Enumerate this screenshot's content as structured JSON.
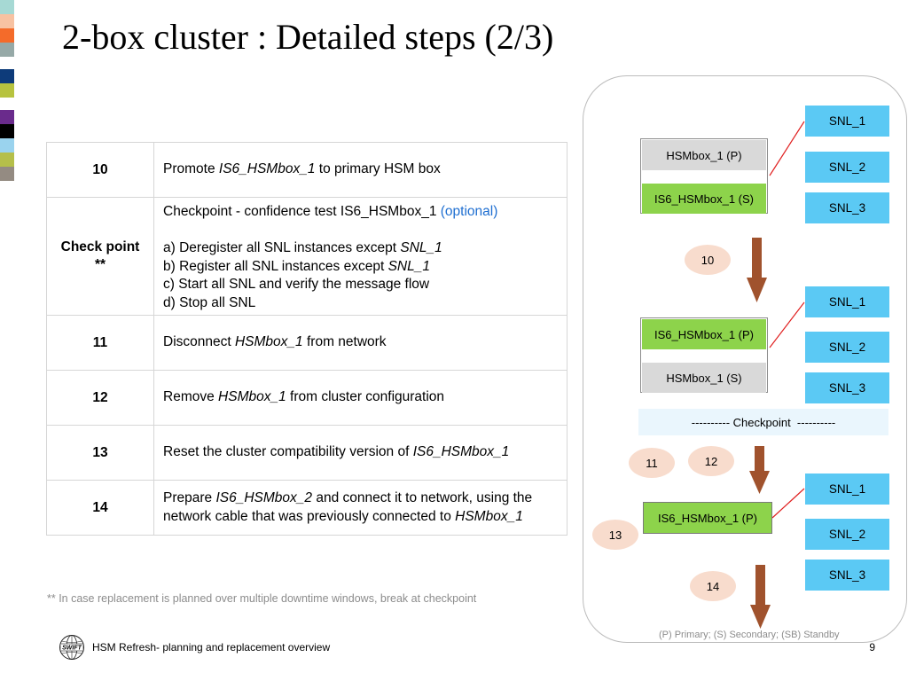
{
  "slide": {
    "title": "2-box cluster : Detailed steps (2/3)",
    "footnote": "** In case replacement is planned over multiple downtime windows, break at checkpoint",
    "footer_text": "HSM Refresh- planning and replacement overview",
    "page_number": "9",
    "logo_text": "SWIFT"
  },
  "strip_colors": [
    "#a6d9d4",
    "#f7c2a2",
    "#f46b2a",
    "#96a9a7",
    "#ffffff",
    "#0d3b7a",
    "#b7c33f",
    "#ffffff",
    "#6a2b8c",
    "#000000",
    "#9ad3ee",
    "#b5bf4a",
    "#948b82"
  ],
  "table": {
    "rows": [
      {
        "num": "10",
        "desc": [
          {
            "t": "Promote "
          },
          {
            "t": "IS6_HSMbox_1",
            "i": true
          },
          {
            "t": " to primary HSM box"
          }
        ]
      },
      {
        "num": "Check point **",
        "lines": [
          [
            {
              "t": "Checkpoint - confidence test IS6_HSMbox_1 "
            },
            {
              "t": "(optional)",
              "c": "optional"
            }
          ],
          [],
          [
            {
              "t": "a) Deregister all SNL instances except "
            },
            {
              "t": "SNL_1",
              "i": true
            }
          ],
          [
            {
              "t": "b) Register all SNL instances except "
            },
            {
              "t": "SNL_1",
              "i": true
            }
          ],
          [
            {
              "t": "c) Start all SNL and verify the message flow"
            }
          ],
          [
            {
              "t": "d) Stop all SNL"
            }
          ]
        ]
      },
      {
        "num": "11",
        "desc": [
          {
            "t": "Disconnect "
          },
          {
            "t": "HSMbox_1",
            "i": true
          },
          {
            "t": " from network"
          }
        ]
      },
      {
        "num": "12",
        "desc": [
          {
            "t": "Remove "
          },
          {
            "t": "HSMbox_1",
            "i": true
          },
          {
            "t": " from cluster configuration"
          }
        ]
      },
      {
        "num": "13",
        "desc": [
          {
            "t": "Reset the cluster compatibility version of "
          },
          {
            "t": "IS6_HSMbox_1",
            "i": true
          }
        ]
      },
      {
        "num": "14",
        "lines": [
          [
            {
              "t": "Prepare "
            },
            {
              "t": "IS6_HSMbox_2",
              "i": true
            },
            {
              "t": " and connect it to network, using the"
            }
          ],
          [
            {
              "t": "network cable that was previously connected to "
            },
            {
              "t": "HSMbox_1",
              "i": true
            }
          ]
        ]
      }
    ]
  },
  "diagram": {
    "snl_groups": [
      [
        "SNL_1",
        "SNL_2",
        "SNL_3"
      ],
      [
        "SNL_1",
        "SNL_2",
        "SNL_3"
      ],
      [
        "SNL_1",
        "SNL_2",
        "SNL_3"
      ]
    ],
    "stage1": {
      "top": "HSMbox_1 (P)",
      "bottom": "IS6_HSMbox_1 (S)"
    },
    "stage2": {
      "top": "IS6_HSMbox_1 (P)",
      "bottom": "HSMbox_1 (S)"
    },
    "stage3": {
      "single": "IS6_HSMbox_1 (P)"
    },
    "steps": [
      "10",
      "11",
      "12",
      "13",
      "14"
    ],
    "checkpoint": "---------- Checkpoint  ----------",
    "legend": "(P) Primary; (S) Secondary; (SB) Standby",
    "colors": {
      "snl": "#5bc9f4",
      "green": "#8dd34b",
      "grey": "#d9d9d9",
      "arrow": "#a0522d",
      "link": "#e02020",
      "step": "#f8dccd"
    }
  }
}
